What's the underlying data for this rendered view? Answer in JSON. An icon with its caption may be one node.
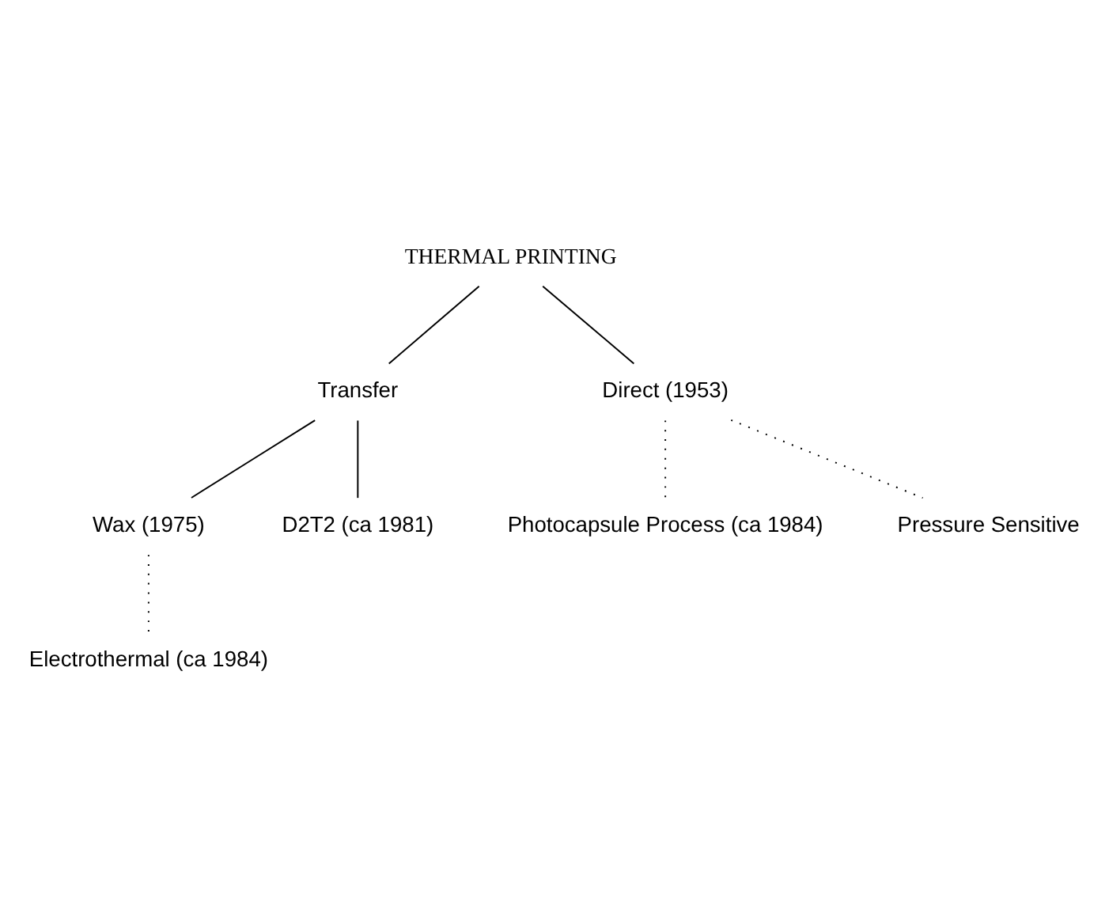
{
  "diagram": {
    "nodes": [
      {
        "text": [
          "THERMAL PRINTING"
        ]
      },
      {
        "text": [
          "Transfer"
        ]
      },
      {
        "text": [
          "Direct (1953)"
        ]
      },
      {
        "text": [
          "Wax (1975)"
        ]
      },
      {
        "text": [
          "D2T2 (ca 1981)"
        ]
      },
      {
        "text": [
          "Photocapsule Process (ca 1984)"
        ]
      },
      {
        "text": [
          "Pressure Sensitive"
        ]
      },
      {
        "text": [
          "Electrothermal (ca 1984)"
        ]
      }
    ],
    "edges": [
      {
        "from": 0,
        "to": 1,
        "arrow": "none"
      },
      {
        "from": 0,
        "to": 2,
        "arrow": "none"
      },
      {
        "from": 1,
        "to": 3,
        "arrow": "none"
      },
      {
        "from": 1,
        "to": 4,
        "arrow": "none"
      },
      {
        "from": 2,
        "to": 5,
        "arrow": "none",
        "style": "dashed"
      },
      {
        "from": 2,
        "to": 6,
        "arrow": "none",
        "style": "dashed"
      },
      {
        "from": 3,
        "to": 7,
        "arrow": "none",
        "style": "dashed"
      }
    ]
  }
}
